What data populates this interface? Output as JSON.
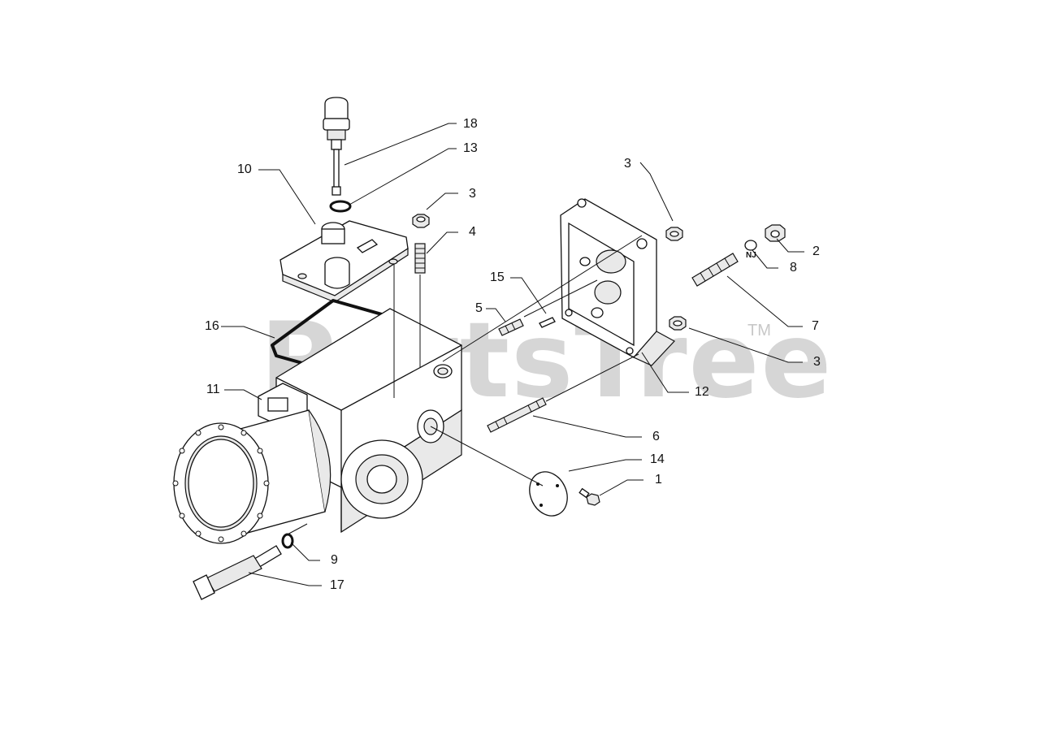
{
  "watermark": {
    "text": "PartsTree",
    "trademark": "TM"
  },
  "callouts": [
    {
      "id": "18",
      "label": "18"
    },
    {
      "id": "13",
      "label": "13"
    },
    {
      "id": "10",
      "label": "10"
    },
    {
      "id": "3a",
      "label": "3"
    },
    {
      "id": "4",
      "label": "4"
    },
    {
      "id": "3b",
      "label": "3"
    },
    {
      "id": "2",
      "label": "2"
    },
    {
      "id": "8",
      "label": "8"
    },
    {
      "id": "15",
      "label": "15"
    },
    {
      "id": "5",
      "label": "5"
    },
    {
      "id": "7",
      "label": "7"
    },
    {
      "id": "16",
      "label": "16"
    },
    {
      "id": "3c",
      "label": "3"
    },
    {
      "id": "11",
      "label": "11"
    },
    {
      "id": "12",
      "label": "12"
    },
    {
      "id": "6",
      "label": "6"
    },
    {
      "id": "14",
      "label": "14"
    },
    {
      "id": "1",
      "label": "1"
    },
    {
      "id": "9",
      "label": "9"
    },
    {
      "id": "17",
      "label": "17"
    }
  ],
  "washer_mark": "NJ"
}
